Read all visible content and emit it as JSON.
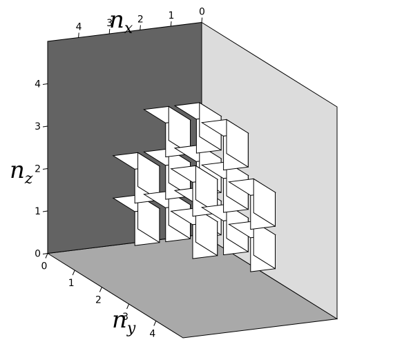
{
  "chart_data": {
    "type": "scatter3d",
    "marker": "cube",
    "axes": {
      "x": {
        "symbol": "n",
        "subscript": "x",
        "ticks": [
          "0",
          "1",
          "2",
          "3",
          "4"
        ]
      },
      "y": {
        "symbol": "n",
        "subscript": "y",
        "ticks": [
          "0",
          "1",
          "2",
          "3",
          "4"
        ]
      },
      "z": {
        "symbol": "n",
        "subscript": "z",
        "ticks": [
          "0",
          "1",
          "2",
          "3",
          "4"
        ]
      }
    },
    "ranges": {
      "x": [
        0,
        5
      ],
      "y": [
        0,
        5
      ],
      "z": [
        0,
        5
      ]
    },
    "points": [
      {
        "x": 1,
        "y": 1,
        "z": 1
      },
      {
        "x": 1,
        "y": 2,
        "z": 1
      },
      {
        "x": 2,
        "y": 1,
        "z": 1
      },
      {
        "x": 2,
        "y": 2,
        "z": 1
      },
      {
        "x": 1,
        "y": 3,
        "z": 1
      },
      {
        "x": 3,
        "y": 1,
        "z": 1
      },
      {
        "x": 1,
        "y": 1,
        "z": 2
      },
      {
        "x": 1,
        "y": 2,
        "z": 2
      },
      {
        "x": 2,
        "y": 1,
        "z": 2
      },
      {
        "x": 2,
        "y": 2,
        "z": 2
      },
      {
        "x": 1,
        "y": 3,
        "z": 2
      },
      {
        "x": 3,
        "y": 1,
        "z": 2
      },
      {
        "x": 1,
        "y": 1,
        "z": 3
      },
      {
        "x": 1,
        "y": 2,
        "z": 3
      },
      {
        "x": 2,
        "y": 1,
        "z": 3
      }
    ],
    "pane_colors": {
      "xz_wall": "#636363",
      "yz_wall": "#dcdcdc",
      "floor": "#a9a9a9"
    },
    "cube_colors": {
      "top": "#ffffff",
      "front": "#ffffff",
      "side": "#ffffff",
      "edge": "#000000"
    }
  }
}
